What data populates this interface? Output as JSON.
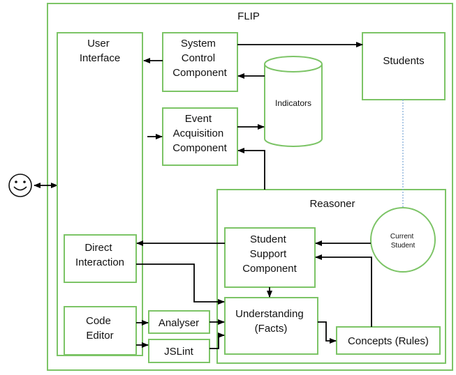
{
  "diagram": {
    "title": "FLIP",
    "user_interface": [
      "User",
      "Interface"
    ],
    "system_control": [
      "System",
      "Control",
      "Component"
    ],
    "students": "Students",
    "indicators": "Indicators",
    "event_acquisition": [
      "Event",
      "Acquisition",
      "Component"
    ],
    "reasoner": "Reasoner",
    "current_student": [
      "Current",
      "Student"
    ],
    "direct_interaction": [
      "Direct",
      "Interaction"
    ],
    "student_support": [
      "Student",
      "Support",
      "Component"
    ],
    "understanding": [
      "Understanding",
      "(Facts)"
    ],
    "concepts": "Concepts (Rules)",
    "code_editor": [
      "Code",
      "Editor"
    ],
    "analyser": "Analyser",
    "jslint": "JSLint",
    "user_icon": "smiley-face-icon"
  },
  "colors": {
    "box_stroke": "#7cc466",
    "arrow": "#000000",
    "dotted_link": "#7aa7d6"
  }
}
